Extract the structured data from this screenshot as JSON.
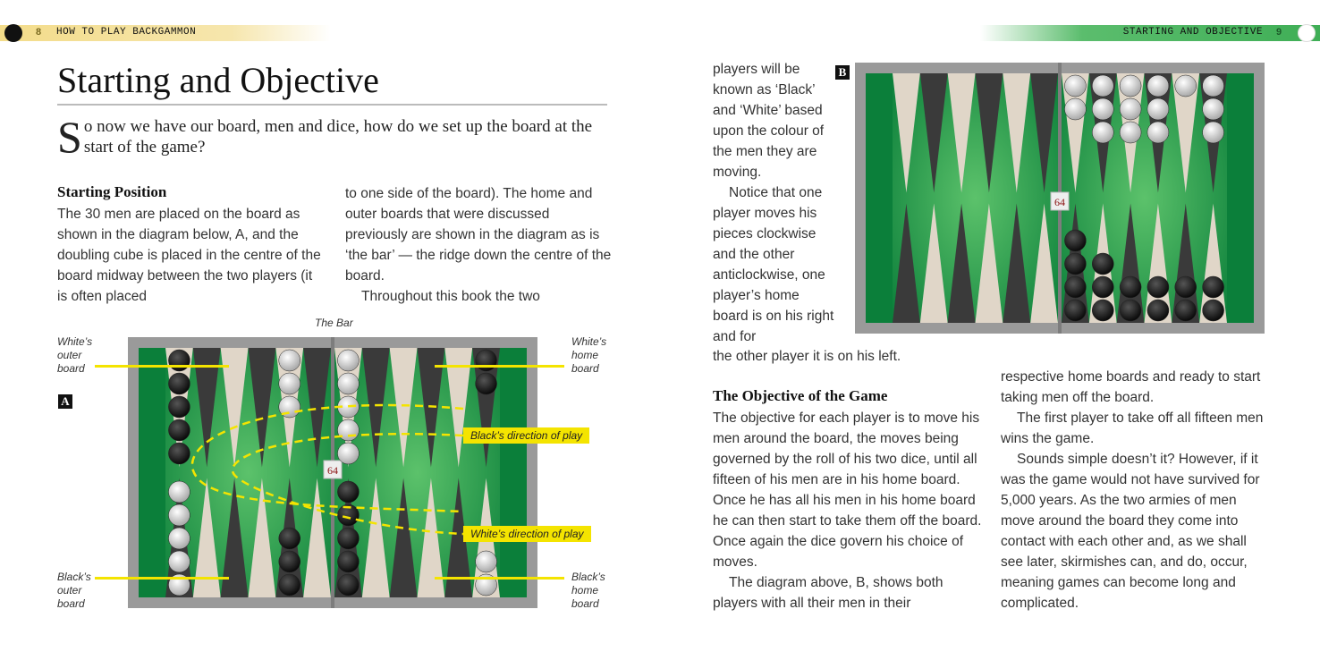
{
  "header": {
    "left_page_number": "8",
    "left_title": "HOW TO PLAY BACKGAMMON",
    "right_title": "STARTING AND OBJECTIVE",
    "right_page_number": "9"
  },
  "title": "Starting and Objective",
  "intro": {
    "dropcap": "S",
    "rest": "o now we have our board, men and dice, how do we set up the board at the start of the game?"
  },
  "section1": {
    "heading": "Starting Position",
    "col1": "The 30 men are placed on the board as shown in the diagram below, A, and the doubling cube is placed in the centre of the board midway between the two players (it is often placed",
    "col2_p1": "to one side of the board). The home and outer boards that were discussed previously are shown in the diagram as is ‘the bar’ — the ridge down the centre of the board.",
    "col2_p2": "Throughout this book the two"
  },
  "diagramA": {
    "box_label": "A",
    "bar_label": "The Bar",
    "cube": "64",
    "white_outer": "White’s outer board",
    "white_home": "White’s home board",
    "black_outer": "Black’s outer board",
    "black_home": "Black’s home board",
    "black_direction": "Black’s direction of play",
    "white_direction": "White’s direction of play"
  },
  "diagramB": {
    "box_label": "B",
    "cube": "64"
  },
  "right_page": {
    "wrap_p1": "players will be known as ‘Black’ and ‘White’ based upon the colour of the men they are moving.",
    "wrap_p2": "Notice that one player moves his pieces clockwise and the other anticlockwise, one player’s home board is on his right and for",
    "wrap_tail": "the other player it is on his left.",
    "section2_heading": "The Objective of the Game",
    "col1_p1": "The objective for each player is to move his men around the board, the moves being governed by the roll of his two dice, until all fifteen of his men are in his home board. Once he has all his men in his home board he can then start to take them off the board. Once again the dice govern his choice of moves.",
    "col1_p2": "The diagram above, B, shows both players with all their men in their",
    "col2_p1": "respective home boards and ready to start taking men off the board.",
    "col2_p2": "The first player to take off all fifteen men wins the game.",
    "col2_p3": "Sounds simple doesn’t it? However, if it was the game would not have survived for 5,000 years. As the two armies of men move around the board they come into contact with each other and, as we shall see later, skirmishes can, and do, occur, meaning games can become long and complicated."
  },
  "colors": {
    "felt": "#3fae56",
    "felt_dark": "#0b7f3a",
    "frame": "#9a9a9a",
    "yellow": "#f4e400",
    "dark_point": "#3a3a3a",
    "light_point": "#e0d6c8"
  }
}
